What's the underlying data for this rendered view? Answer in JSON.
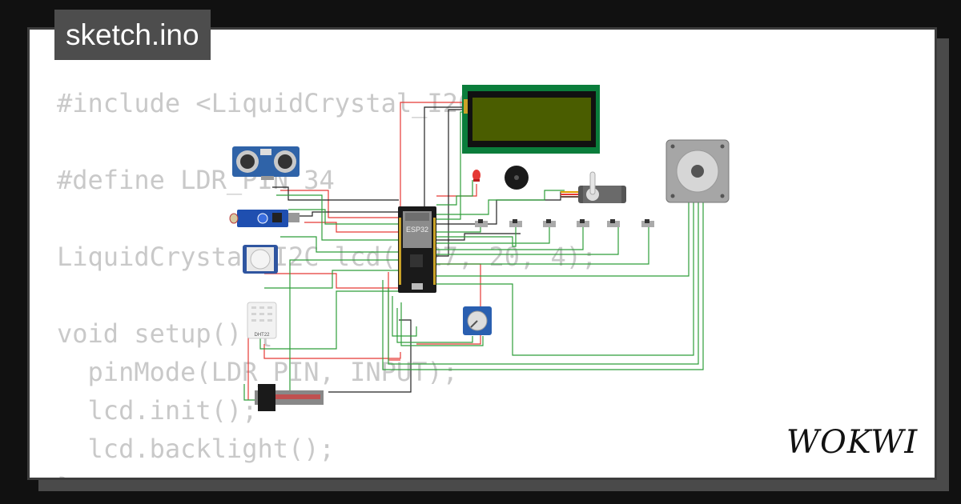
{
  "project": {
    "filename": "sketch.ino"
  },
  "code": {
    "lines": [
      "#include <LiquidCrystal_I2C.h>",
      "",
      "#define LDR_PIN 34",
      "",
      "LiquidCrystal_I2C lcd(0x27, 20, 4);",
      "",
      "void setup() {",
      "  pinMode(LDR_PIN, INPUT);",
      "  lcd.init();",
      "  lcd.backlight();",
      "}"
    ]
  },
  "board": {
    "label": "ESP32"
  },
  "components": {
    "dht_label": "DHT22",
    "lcd_color": "#4a5d00",
    "pcb_green": "#0a7d3b"
  },
  "brand": {
    "name": "WOKWI"
  },
  "colors": {
    "wire_red": "#e53935",
    "wire_green": "#2e9e3a",
    "wire_black": "#222222",
    "background": "#111111"
  }
}
